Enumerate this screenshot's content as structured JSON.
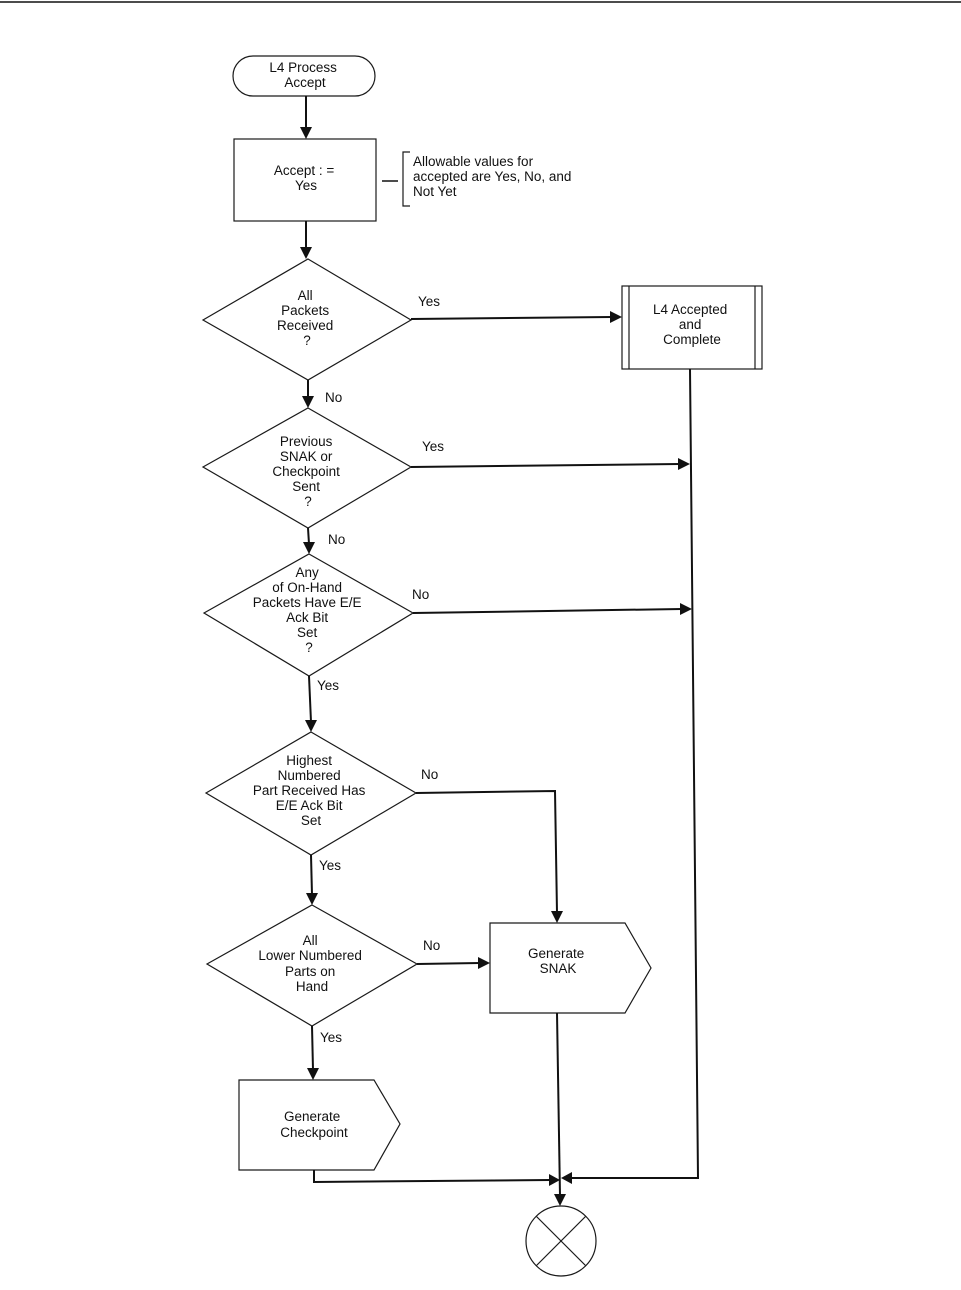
{
  "nodes": {
    "start": {
      "lines": [
        "L4 Process",
        "Accept"
      ]
    },
    "accept_assign": {
      "lines": [
        "Accept : =",
        "Yes"
      ]
    },
    "annotation": {
      "lines": [
        "Allowable values for",
        "accepted are Yes, No, and",
        "Not Yet"
      ]
    },
    "all_packets": {
      "lines": [
        "All",
        "Packets",
        "Received",
        "?"
      ]
    },
    "accepted_complete": {
      "lines": [
        "L4 Accepted",
        "and",
        "Complete"
      ]
    },
    "previous_snak": {
      "lines": [
        "Previous",
        "SNAK or",
        "Checkpoint",
        "Sent",
        "?"
      ]
    },
    "any_on_hand": {
      "lines": [
        "Any",
        "of On-Hand",
        "Packets Have E/E",
        "Ack Bit",
        "Set",
        "?"
      ]
    },
    "highest_numbered": {
      "lines": [
        "Highest",
        "Numbered",
        "Part Received Has",
        "E/E Ack Bit",
        "Set"
      ]
    },
    "all_lower": {
      "lines": [
        "All",
        "Lower Numbered",
        "Parts on",
        "Hand"
      ]
    },
    "generate_snak": {
      "lines": [
        "Generate",
        "SNAK"
      ]
    },
    "generate_checkpoint": {
      "lines": [
        "Generate",
        "Checkpoint"
      ]
    }
  },
  "edges": {
    "all_packets_yes": "Yes",
    "all_packets_no": "No",
    "previous_yes": "Yes",
    "previous_no": "No",
    "any_no": "No",
    "any_yes": "Yes",
    "highest_no": "No",
    "highest_yes": "Yes",
    "lower_no": "No",
    "lower_yes": "Yes"
  }
}
